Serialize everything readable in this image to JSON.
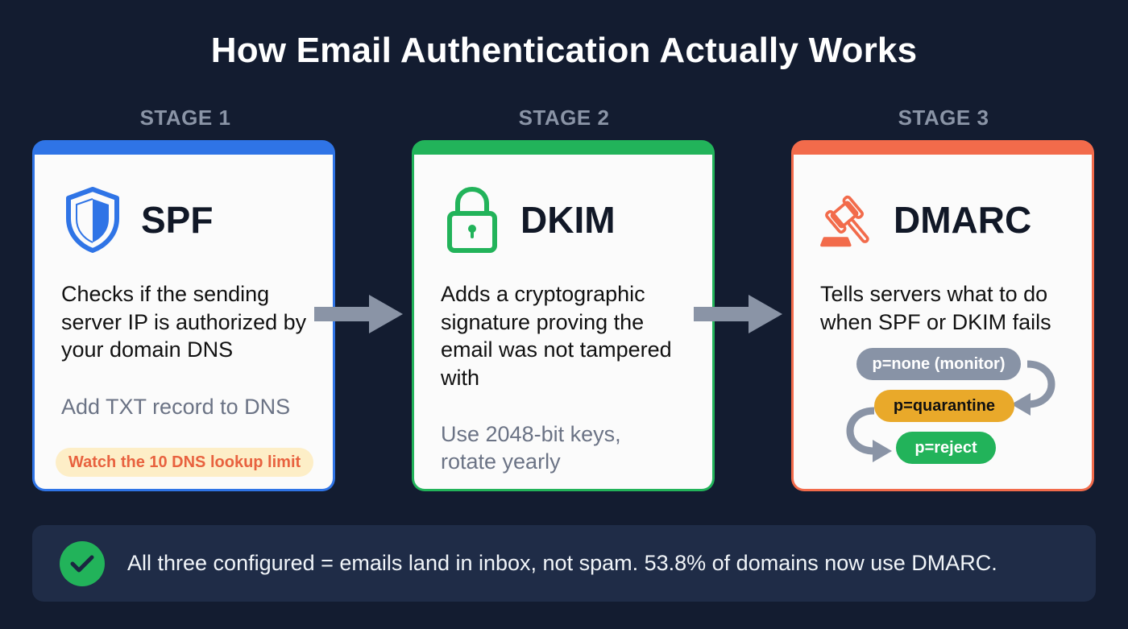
{
  "title": "How Email Authentication Actually Works",
  "colors": {
    "background": "#131c30",
    "spf_accent": "#2f74e6",
    "dkim_accent": "#22b35a",
    "dmarc_accent": "#f26b4b",
    "arrow": "#8a94a6",
    "footer_bg": "#1f2c47"
  },
  "stages": [
    {
      "stage_label": "STAGE 1",
      "name": "SPF",
      "icon": "shield-icon",
      "description": "Checks if the sending server IP is authorized by your domain DNS",
      "note": "Add TXT record to DNS",
      "warning": "Watch the 10 DNS lookup limit"
    },
    {
      "stage_label": "STAGE 2",
      "name": "DKIM",
      "icon": "lock-icon",
      "description": "Adds a cryptographic signature proving the email was not tampered with",
      "note": "Use 2048-bit keys, rotate yearly"
    },
    {
      "stage_label": "STAGE 3",
      "name": "DMARC",
      "icon": "gavel-icon",
      "description": "Tells servers what to do when SPF or DKIM fails",
      "policies": [
        {
          "label": "p=none (monitor)",
          "color": "#8893a6"
        },
        {
          "label": "p=quarantine",
          "color": "#e9a92a"
        },
        {
          "label": "p=reject",
          "color": "#22b35a"
        }
      ]
    }
  ],
  "footer": {
    "icon": "check-circle-icon",
    "text": "All three configured = emails land in inbox, not spam. 53.8% of domains now use DMARC."
  }
}
